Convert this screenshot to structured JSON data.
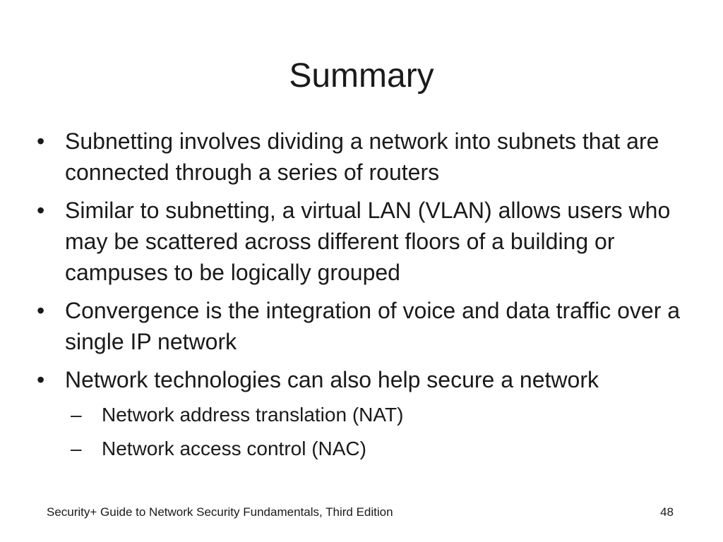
{
  "slide": {
    "title": "Summary",
    "bullets": [
      {
        "marker": "•",
        "text": "Subnetting involves dividing a network into subnets that are connected through a series of routers"
      },
      {
        "marker": "•",
        "text": "Similar to subnetting, a virtual LAN (VLAN) allows users who may be scattered across different floors of a building or campuses to be logically grouped"
      },
      {
        "marker": "•",
        "text": "Convergence is the integration of voice and data traffic over a single IP network"
      },
      {
        "marker": "•",
        "text": "Network technologies can also help secure a network",
        "sub_bullets": [
          {
            "marker": "–",
            "text": "Network address translation (NAT)"
          },
          {
            "marker": "–",
            "text": "Network access control (NAC)"
          }
        ]
      }
    ],
    "footer": {
      "left": "Security+ Guide to Network Security Fundamentals, Third Edition",
      "page_number": "48"
    }
  }
}
